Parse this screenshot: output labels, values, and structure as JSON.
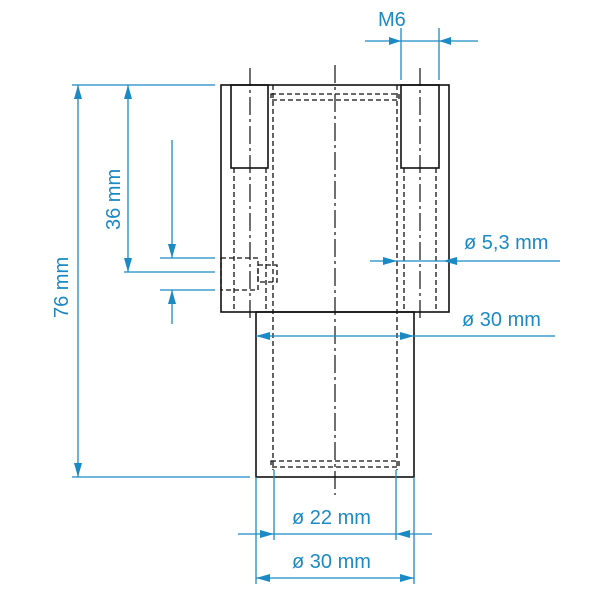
{
  "dimensions": {
    "thread": "M6",
    "bore_small": "ø 5,3 mm",
    "outer_upper": "ø 30 mm",
    "inner_lower": "ø 22 mm",
    "outer_lower": "ø 30 mm",
    "height_total": "76 mm",
    "height_side_hole": "36 mm"
  },
  "colors": {
    "dimension": "#1b8ac4",
    "outline": "#111111"
  }
}
